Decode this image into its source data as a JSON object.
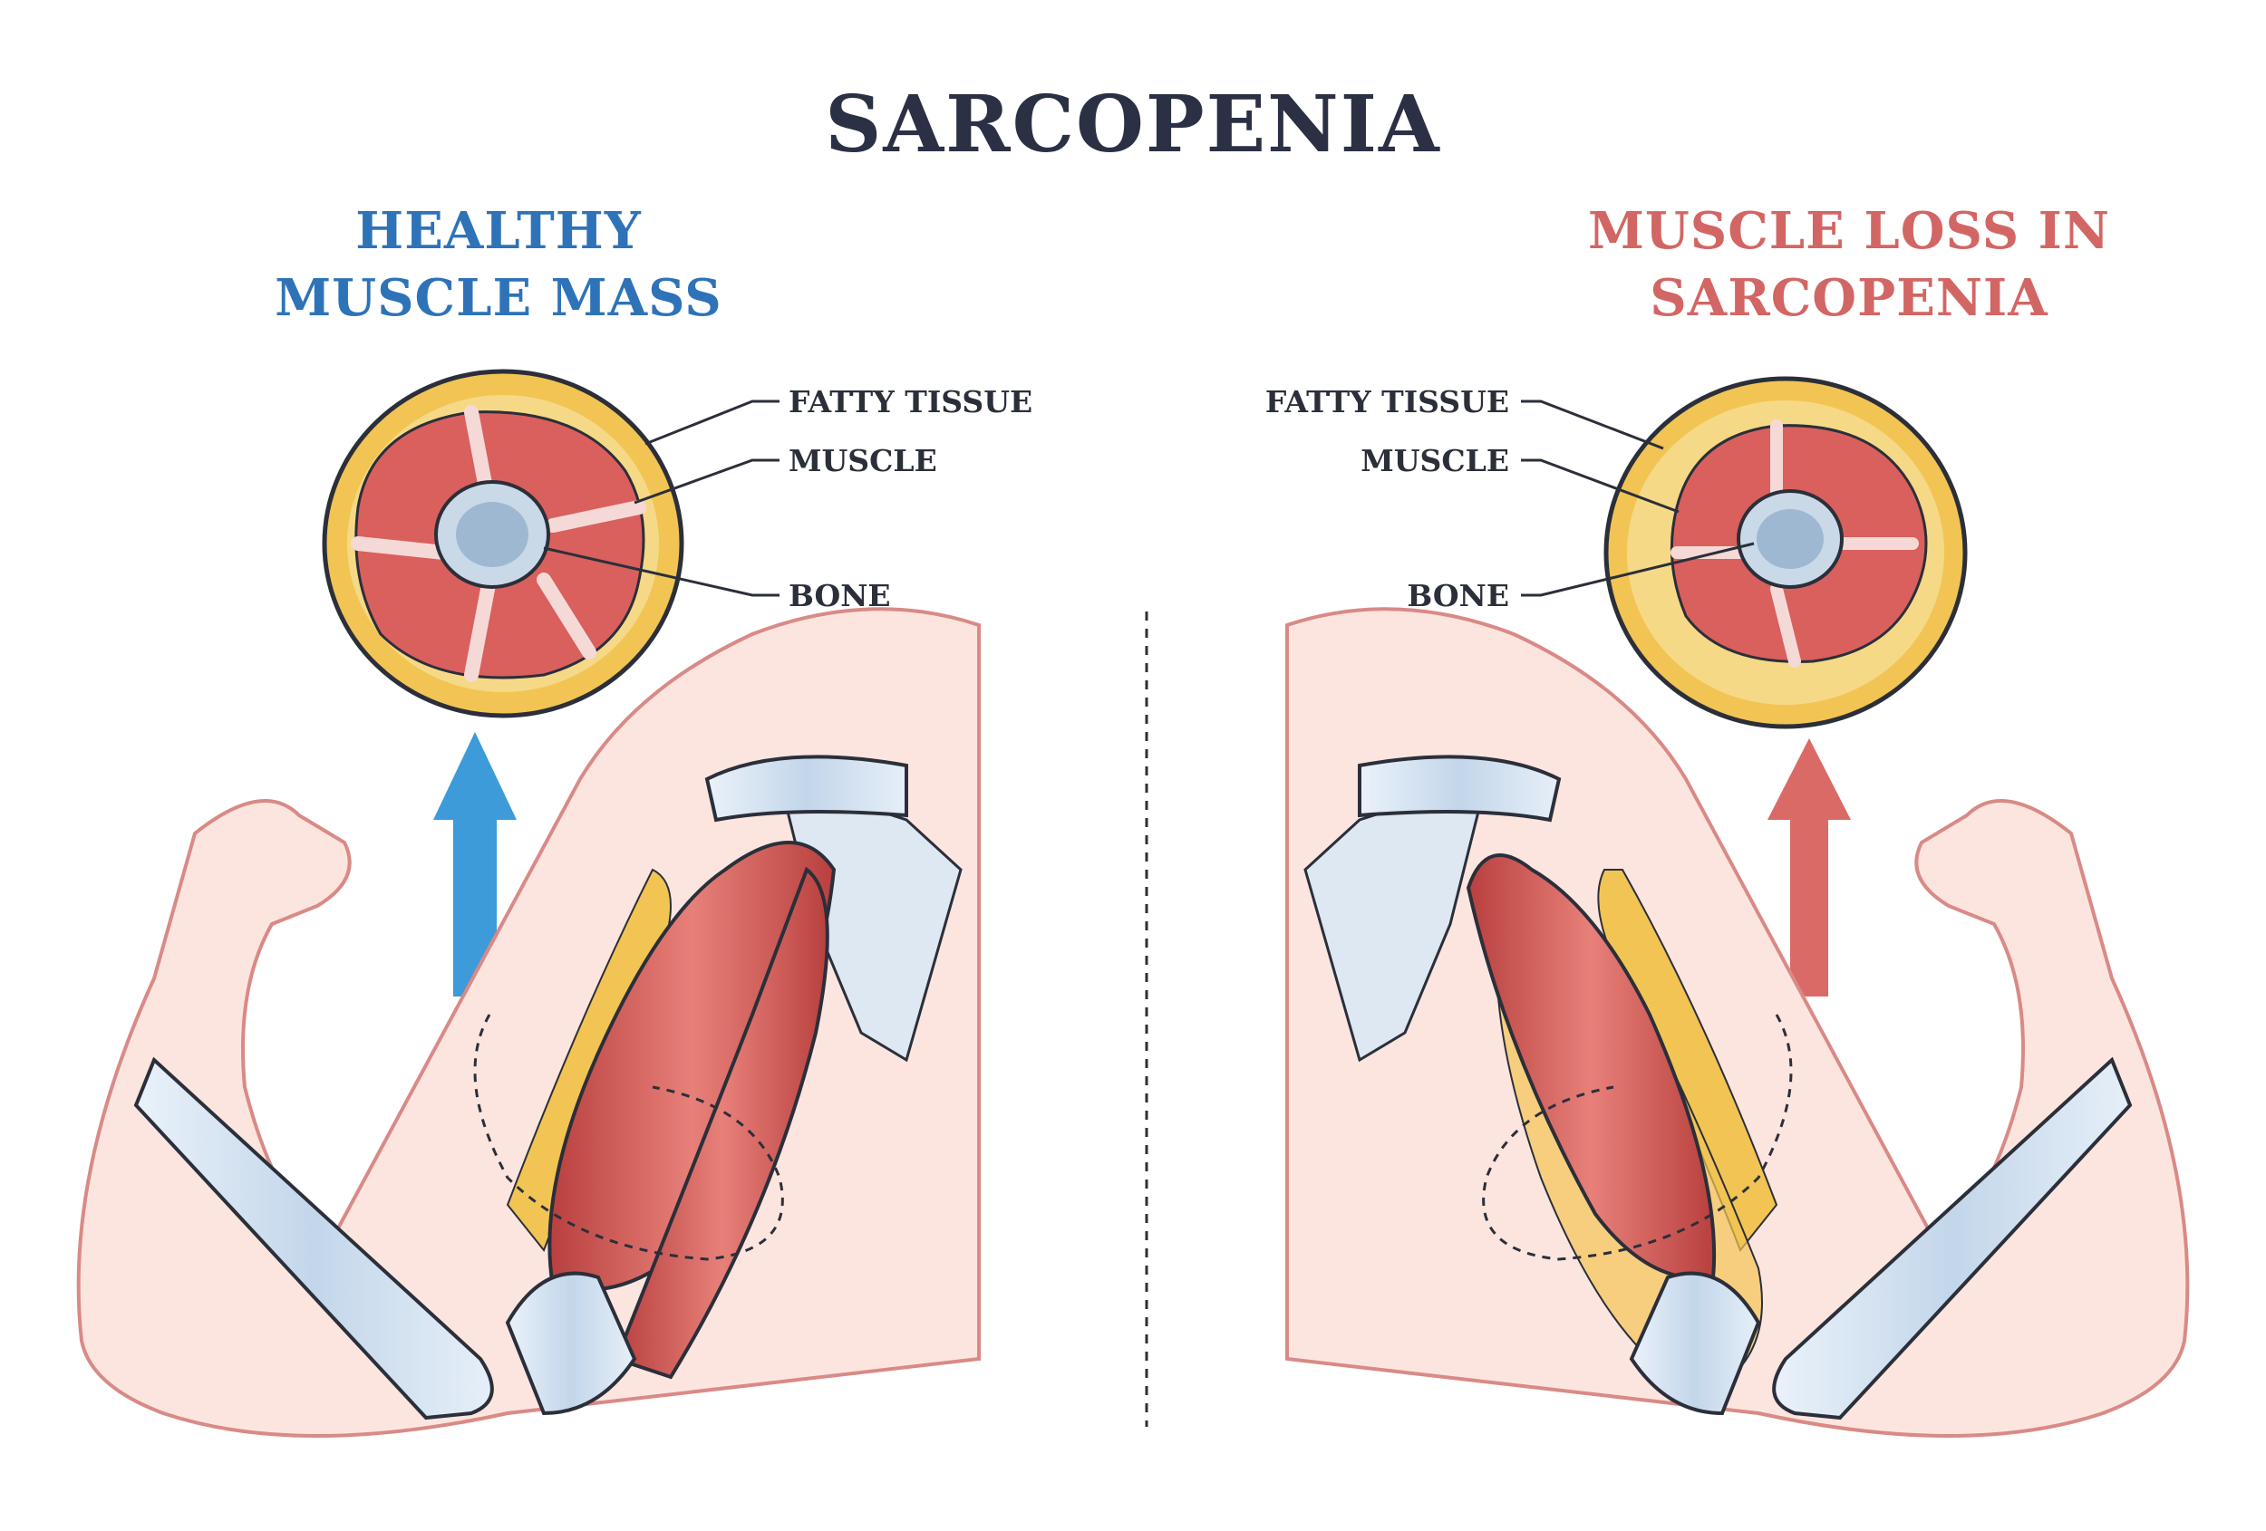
{
  "title": "SARCOPENIA",
  "colors": {
    "title": "#2b3044",
    "healthy": "#2e73b8",
    "loss": "#d26664",
    "muscle": "#d9605d",
    "fat": "#f2c454",
    "bone": "#c9d9e8",
    "skin": "#fde5df",
    "outline": "#2b2f3a",
    "arrow_healthy": "#3c9bd8",
    "arrow_loss": "#d96a66"
  },
  "healthy": {
    "heading": [
      "HEALTHY",
      "MUSCLE MASS"
    ],
    "labels": {
      "fat": "FATTY TISSUE",
      "muscle": "MUSCLE",
      "bone": "BONE"
    }
  },
  "sarcopenia": {
    "heading": [
      "MUSCLE LOSS IN",
      "SARCOPENIA"
    ],
    "labels": {
      "fat": "FATTY TISSUE",
      "muscle": "MUSCLE",
      "bone": "BONE"
    }
  }
}
